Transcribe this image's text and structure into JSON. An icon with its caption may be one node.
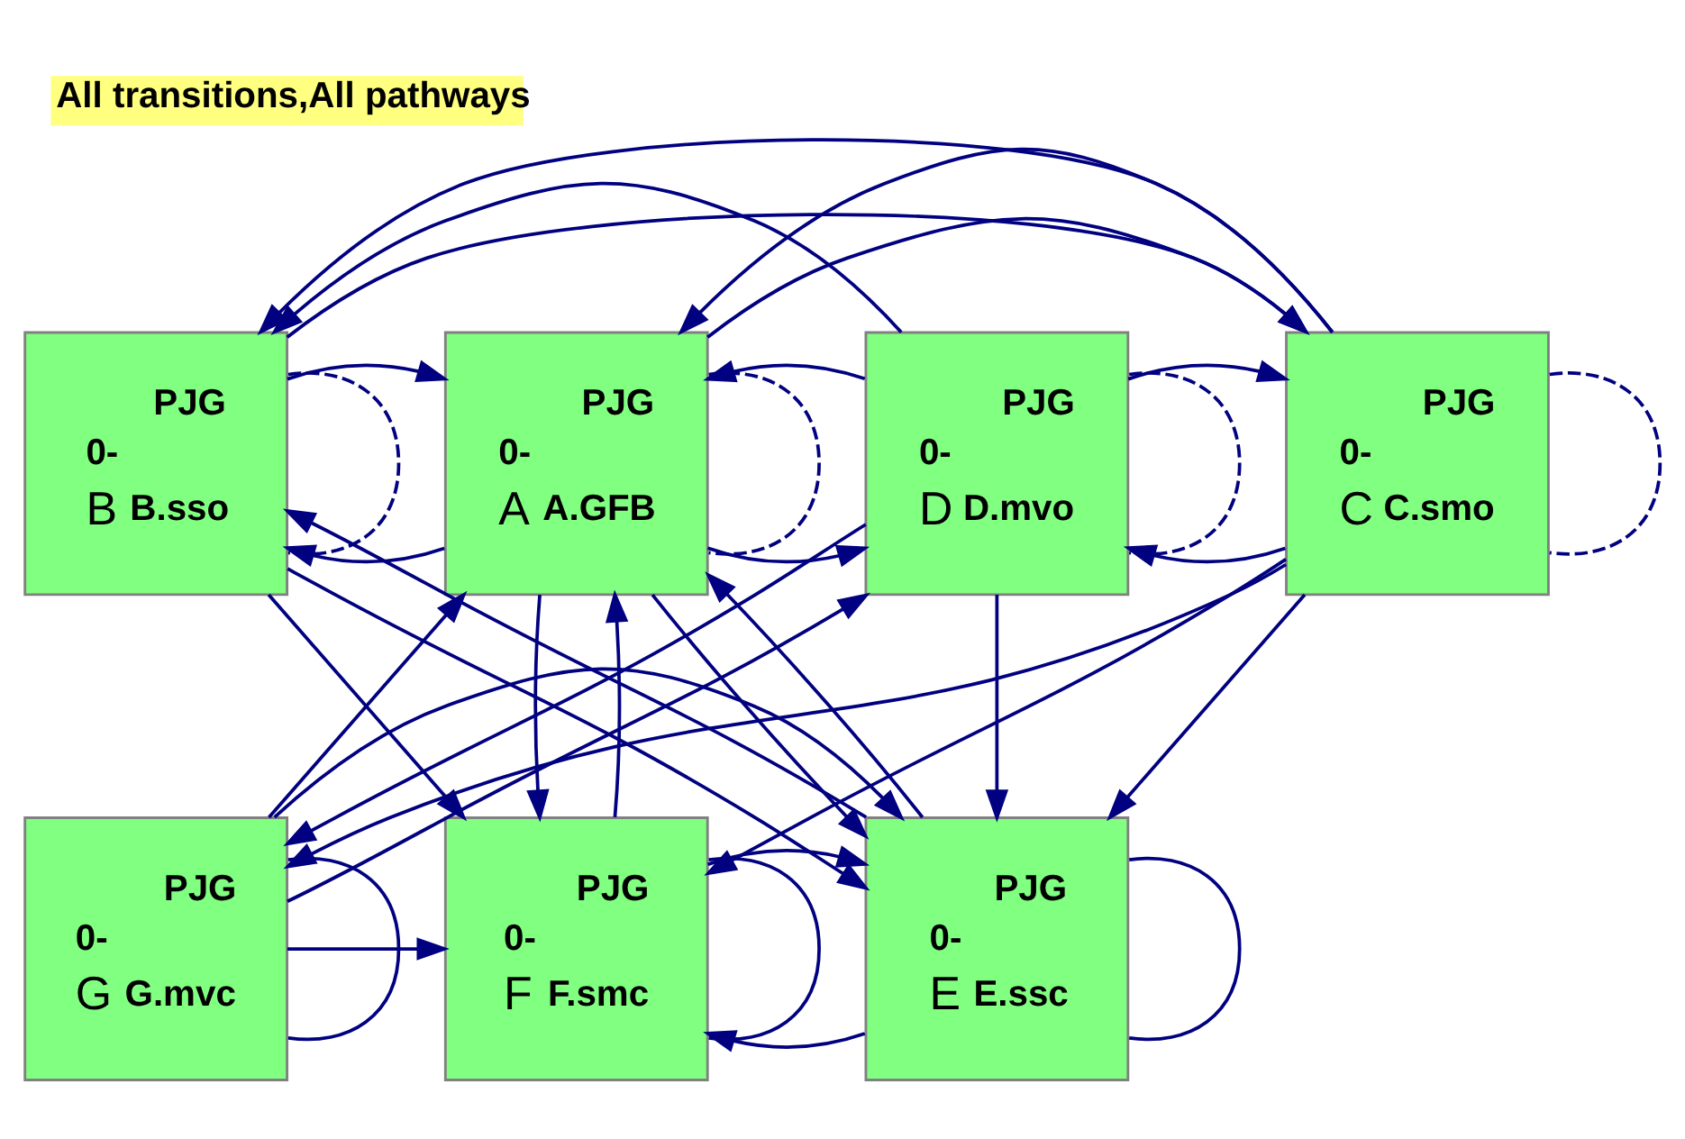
{
  "diagram": {
    "title": "All transitions,All pathways",
    "nodes": [
      {
        "text": [
          "PJG",
          "0-",
          "A",
          "A.GFB"
        ]
      },
      {
        "text": [
          "PJG",
          "0-",
          "B",
          "B.sso"
        ]
      },
      {
        "text": [
          "PJG",
          "0-",
          "C",
          "C.smo"
        ]
      },
      {
        "text": [
          "PJG",
          "0-",
          "D",
          "D.mvo"
        ]
      },
      {
        "text": [
          "PJG",
          "0-",
          "E",
          "E.ssc"
        ]
      },
      {
        "text": [
          "PJG",
          "0-",
          "F",
          "F.smc"
        ]
      },
      {
        "text": [
          "PJG",
          "0-",
          "G",
          "G.mvc"
        ]
      }
    ],
    "edges": [
      {
        "from": 0,
        "to": 3,
        "arrow": "to"
      },
      {
        "from": 0,
        "to": 1,
        "arrow": "to"
      },
      {
        "from": 0,
        "to": 2,
        "arrow": "to"
      },
      {
        "from": 1,
        "to": 2,
        "arrow": "to"
      },
      {
        "from": 2,
        "to": 3,
        "arrow": "to"
      },
      {
        "from": 0,
        "to": 0,
        "arrow": "none",
        "style": "dashed"
      },
      {
        "from": 1,
        "to": 1,
        "arrow": "none",
        "style": "dashed"
      },
      {
        "from": 2,
        "to": 2,
        "arrow": "none",
        "style": "dashed"
      },
      {
        "from": 3,
        "to": 3,
        "arrow": "none",
        "style": "dashed"
      },
      {
        "from": 1,
        "to": 0,
        "arrow": "to"
      },
      {
        "from": 2,
        "to": 0,
        "arrow": "to"
      },
      {
        "from": 3,
        "to": 0,
        "arrow": "to"
      },
      {
        "from": 4,
        "to": 0,
        "arrow": "to"
      },
      {
        "from": 5,
        "to": 0,
        "arrow": "to"
      },
      {
        "from": 6,
        "to": 0,
        "arrow": "to"
      },
      {
        "from": 2,
        "to": 1,
        "arrow": "to"
      },
      {
        "from": 3,
        "to": 1,
        "arrow": "to"
      },
      {
        "from": 4,
        "to": 1,
        "arrow": "to"
      },
      {
        "from": 3,
        "to": 2,
        "arrow": "to"
      },
      {
        "from": 6,
        "to": 3,
        "arrow": "to"
      },
      {
        "from": 0,
        "to": 4,
        "arrow": "to"
      },
      {
        "from": 1,
        "to": 4,
        "arrow": "to"
      },
      {
        "from": 2,
        "to": 4,
        "arrow": "to"
      },
      {
        "from": 3,
        "to": 4,
        "arrow": "to"
      },
      {
        "from": 0,
        "to": 5,
        "arrow": "to"
      },
      {
        "from": 1,
        "to": 5,
        "arrow": "to"
      },
      {
        "from": 2,
        "to": 5,
        "arrow": "to"
      },
      {
        "from": 4,
        "to": 5,
        "arrow": "to"
      },
      {
        "from": 2,
        "to": 6,
        "arrow": "to"
      },
      {
        "from": 3,
        "to": 6,
        "arrow": "to"
      },
      {
        "from": 4,
        "to": 4,
        "arrow": "none"
      },
      {
        "from": 5,
        "to": 5,
        "arrow": "none"
      },
      {
        "from": 6,
        "to": 6,
        "arrow": "none"
      },
      {
        "from": 5,
        "to": 4,
        "arrow": "to"
      },
      {
        "from": 6,
        "to": 5,
        "arrow": "to"
      },
      {
        "from": 6,
        "to": 4,
        "arrow": "to"
      }
    ]
  }
}
